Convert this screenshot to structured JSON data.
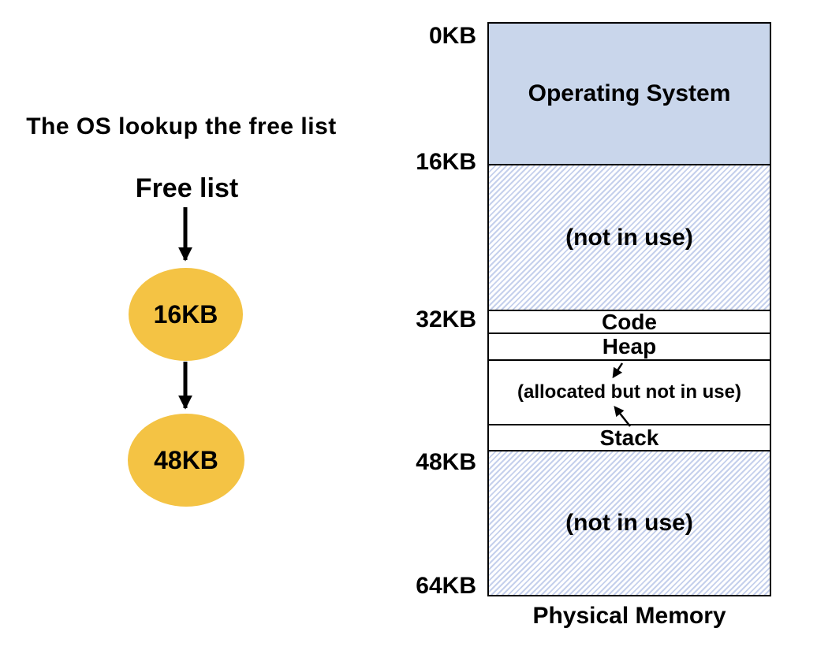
{
  "title": "The OS lookup the free list",
  "free_list": {
    "heading": "Free list",
    "nodes": [
      {
        "label": "16KB"
      },
      {
        "label": "48KB"
      }
    ]
  },
  "memory": {
    "addresses": [
      {
        "label": "0KB"
      },
      {
        "label": "16KB"
      },
      {
        "label": "32KB"
      },
      {
        "label": "48KB"
      },
      {
        "label": "64KB"
      }
    ],
    "segments": [
      {
        "label": "Operating System",
        "style": "solid-blue"
      },
      {
        "label": "(not in use)",
        "style": "hatched"
      },
      {
        "label": "Code",
        "style": "white"
      },
      {
        "label": "Heap",
        "style": "white"
      },
      {
        "label": "(allocated but not in use)",
        "style": "white"
      },
      {
        "label": "Stack",
        "style": "white"
      },
      {
        "label": "(not in use)",
        "style": "hatched"
      }
    ],
    "caption": "Physical Memory"
  },
  "icons": {
    "freelist_arrows": "down-arrow-icon",
    "annotation_arrows": "diagonal-arrow-icon"
  },
  "colors": {
    "free_node_fill": "#F4C344",
    "os_segment_fill": "#C9D6EB",
    "hatch_stripe": "#C5D0EC",
    "line": "#000000",
    "text": "#000000",
    "background": "#FFFFFF"
  }
}
